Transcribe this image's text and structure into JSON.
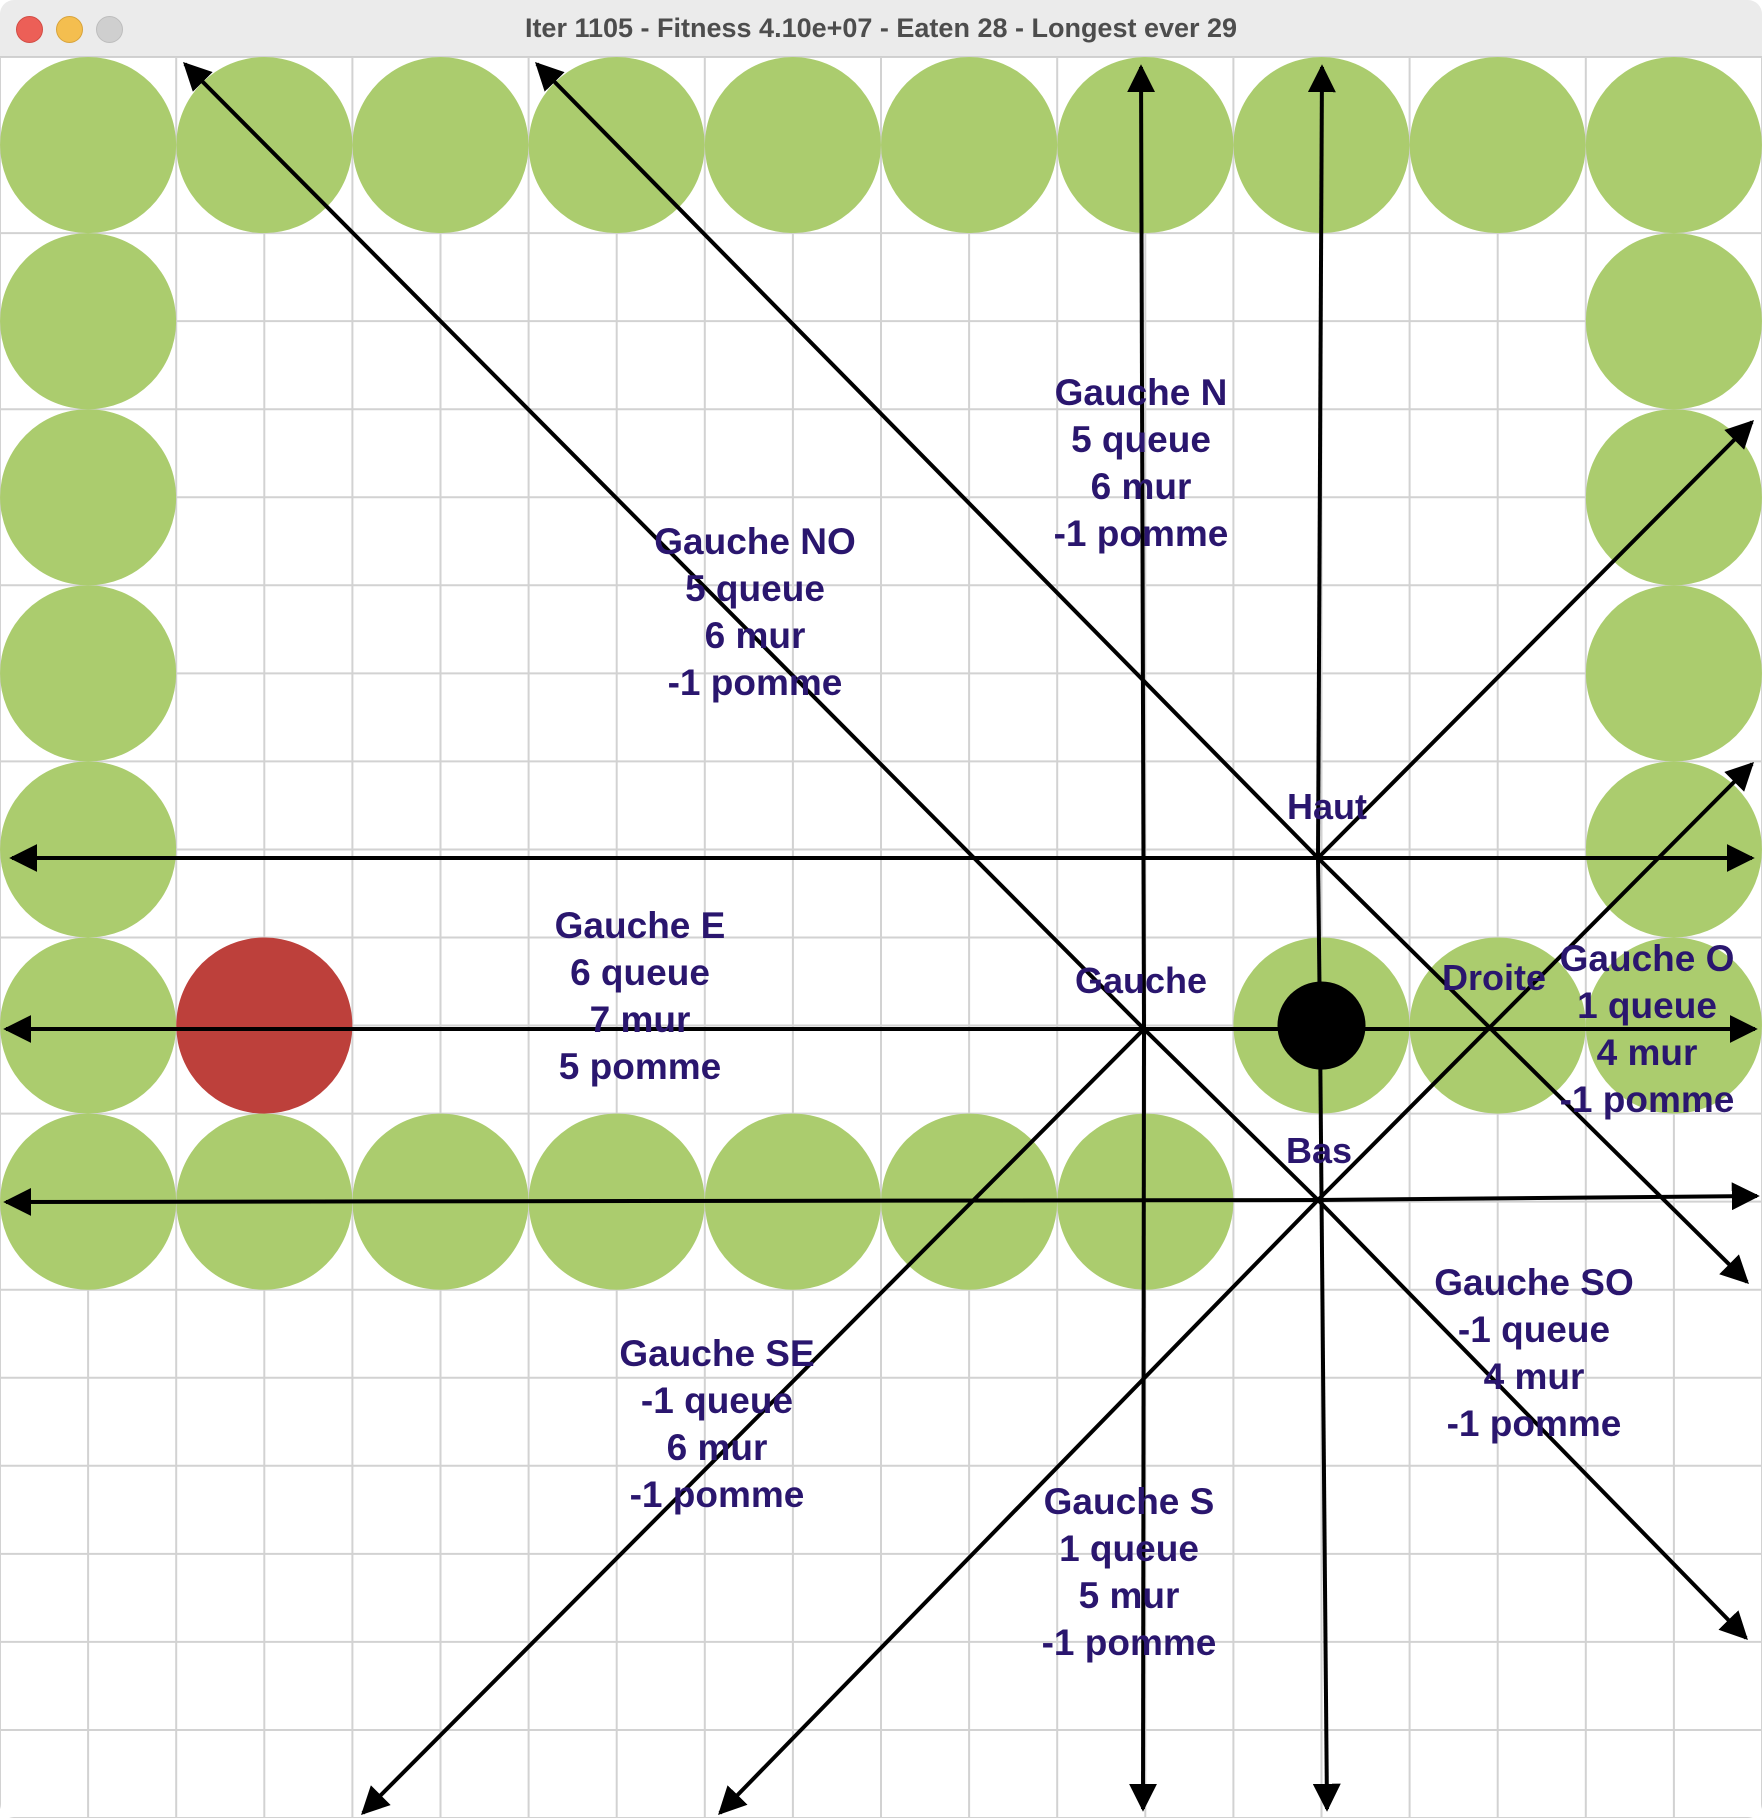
{
  "window": {
    "title": "Iter 1105 - Fitness 4.10e+07 - Eaten 28 - Longest ever 29"
  },
  "grid": {
    "columns": 10,
    "rows": 10
  },
  "colors": {
    "snake": "#abcc6e",
    "apple": "#bd403b",
    "head": "#000000",
    "grid_line": "#d2d2d2",
    "arrow": "#000000",
    "label_text": "#2a166e"
  },
  "snake_segments": [
    [
      0,
      0
    ],
    [
      1,
      0
    ],
    [
      2,
      0
    ],
    [
      3,
      0
    ],
    [
      4,
      0
    ],
    [
      5,
      0
    ],
    [
      6,
      0
    ],
    [
      7,
      0
    ],
    [
      8,
      0
    ],
    [
      9,
      0
    ],
    [
      0,
      1
    ],
    [
      0,
      2
    ],
    [
      0,
      3
    ],
    [
      0,
      4
    ],
    [
      0,
      5
    ],
    [
      9,
      1
    ],
    [
      9,
      2
    ],
    [
      9,
      3
    ],
    [
      9,
      4
    ],
    [
      7,
      5
    ],
    [
      8,
      5
    ],
    [
      9,
      5
    ],
    [
      0,
      6
    ],
    [
      1,
      6
    ],
    [
      2,
      6
    ],
    [
      3,
      6
    ],
    [
      4,
      6
    ],
    [
      5,
      6
    ],
    [
      6,
      6
    ]
  ],
  "apple": [
    1,
    5
  ],
  "head": [
    7,
    5
  ],
  "move_labels": {
    "haut": "Haut",
    "bas": "Bas",
    "gauche": "Gauche",
    "droite": "Droite"
  },
  "vision_labels": {
    "n": [
      "Gauche N",
      "5 queue",
      "6 mur",
      "-1 pomme"
    ],
    "no": [
      "Gauche NO",
      "5 queue",
      "6 mur",
      "-1 pomme"
    ],
    "e": [
      "Gauche E",
      "6 queue",
      "7 mur",
      "5 pomme"
    ],
    "o": [
      "Gauche O",
      "1 queue",
      "4 mur",
      "-1 pomme"
    ],
    "se": [
      "Gauche SE",
      "-1 queue",
      "6 mur",
      "-1 pomme"
    ],
    "so": [
      "Gauche SO",
      "-1 queue",
      "4 mur",
      "-1 pomme"
    ],
    "s": [
      "Gauche S",
      "1 queue",
      "5 mur",
      "-1 pomme"
    ]
  }
}
